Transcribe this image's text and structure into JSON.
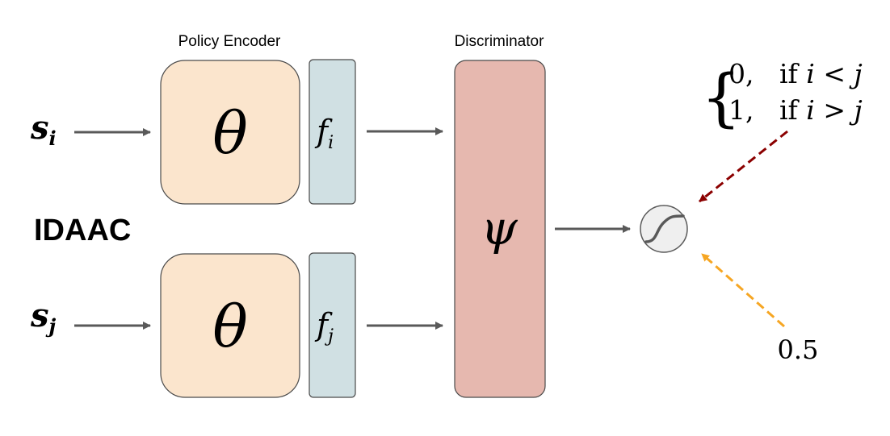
{
  "labels": {
    "policy_encoder": "Policy Encoder",
    "discriminator": "Discriminator",
    "idaac": "IDAAC"
  },
  "inputs": {
    "top": {
      "symbol": "s",
      "subscript": "i"
    },
    "bottom": {
      "symbol": "s",
      "subscript": "j"
    }
  },
  "encoders": {
    "top": {
      "param": "θ",
      "feature": "f",
      "feature_sub": "i"
    },
    "bottom": {
      "param": "θ",
      "feature": "f",
      "feature_sub": "j"
    }
  },
  "discriminator_param": "ψ",
  "target": {
    "line1": {
      "value": "0,",
      "cond": "if ",
      "lhs": "i",
      "op": " < ",
      "rhs": "j"
    },
    "line2": {
      "value": "1,",
      "cond": "if ",
      "lhs": "i",
      "op": " > ",
      "rhs": "j"
    }
  },
  "baseline_value": "0.5",
  "colors": {
    "encoder_fill": "#fbe5cd",
    "feature_fill": "#d0e0e3",
    "discriminator_fill": "#e6b8af",
    "arrow_gray": "#595959",
    "target_arrow": "#8b0000",
    "baseline_arrow": "#f6a623",
    "sigmoid_fill": "#efefef"
  }
}
